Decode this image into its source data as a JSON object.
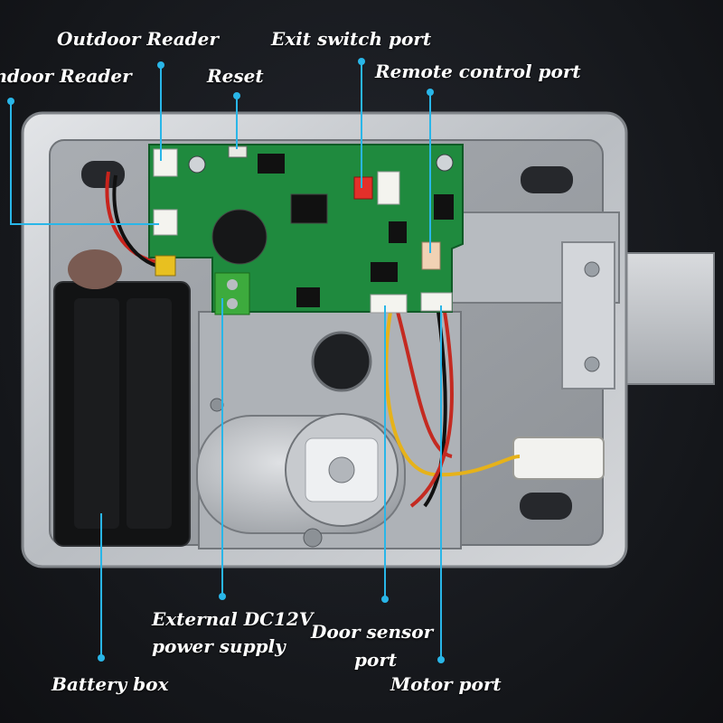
{
  "labels": {
    "outdoor_reader": "Outdoor Reader",
    "indoor_reader": "Indoor Reader",
    "exit_switch_port": "Exit switch port",
    "reset": "Reset",
    "remote_control_port": "Remote control port",
    "external_dc12v_line1": "External DC12V",
    "external_dc12v_line2": "power supply",
    "door_sensor_line1": "Door sensor",
    "door_sensor_line2": "port",
    "battery_box": "Battery box",
    "motor_port": "Motor port"
  },
  "colors": {
    "leader_line": "#29b6e8",
    "label_text": "#ffffff",
    "pcb_green": "#1f8a3e",
    "metal_case": "#c9ccd0"
  }
}
